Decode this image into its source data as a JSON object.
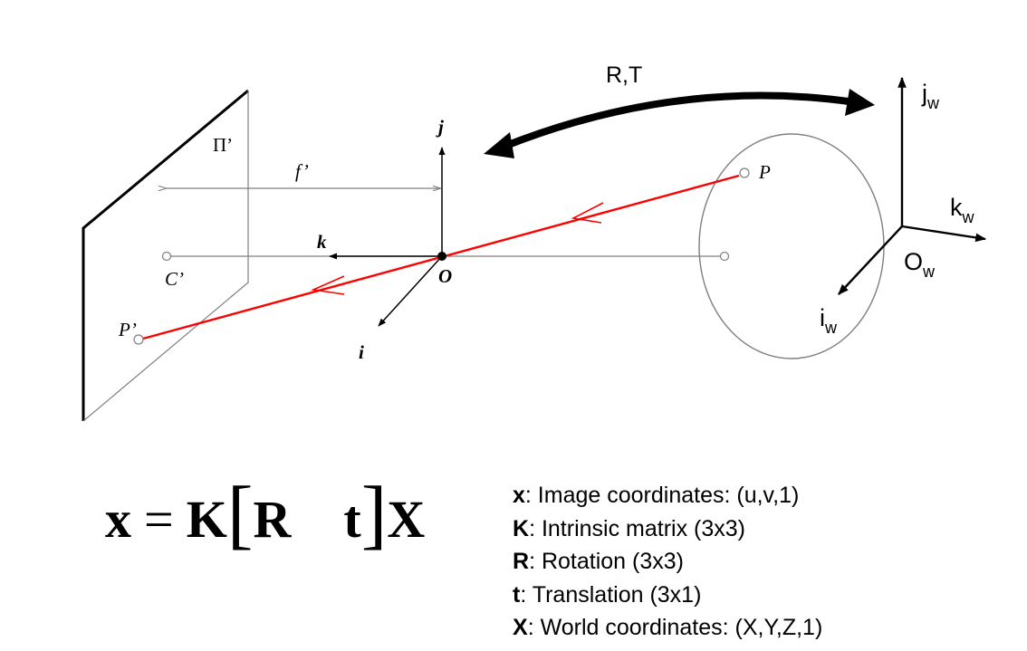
{
  "transform_label": "R,T",
  "world_frame": {
    "axis_j": "j",
    "axis_j_sub": "w",
    "axis_k": "k",
    "axis_k_sub": "w",
    "axis_i": "i",
    "axis_i_sub": "w",
    "origin": "O",
    "origin_sub": "w"
  },
  "camera": {
    "image_plane_label": "Π’",
    "focal_label": "f’",
    "center_image_label": "C’",
    "axis_k": "k",
    "axis_j": "j",
    "axis_i": "i",
    "origin": "O",
    "point_image": "P’",
    "point_world": "P"
  },
  "equation": {
    "lhs": "x",
    "equals": "=",
    "K": "K",
    "open_bracket": "[",
    "R": "R",
    "t": "t",
    "close_bracket": "]",
    "X": "X"
  },
  "legend": [
    {
      "symbol": "x",
      "text": ": Image coordinates: (u,v,1)"
    },
    {
      "symbol": "K",
      "text": ": Intrinsic matrix (3x3)"
    },
    {
      "symbol": "R",
      "text": ": Rotation (3x3)"
    },
    {
      "symbol": "t",
      "text": ": Translation (3x1)"
    },
    {
      "symbol": "X",
      "text": ": World coordinates: (X,Y,Z,1)"
    }
  ],
  "colors": {
    "ray": "#ff0000",
    "construction": "#7f7f7f",
    "ink": "#000000"
  }
}
